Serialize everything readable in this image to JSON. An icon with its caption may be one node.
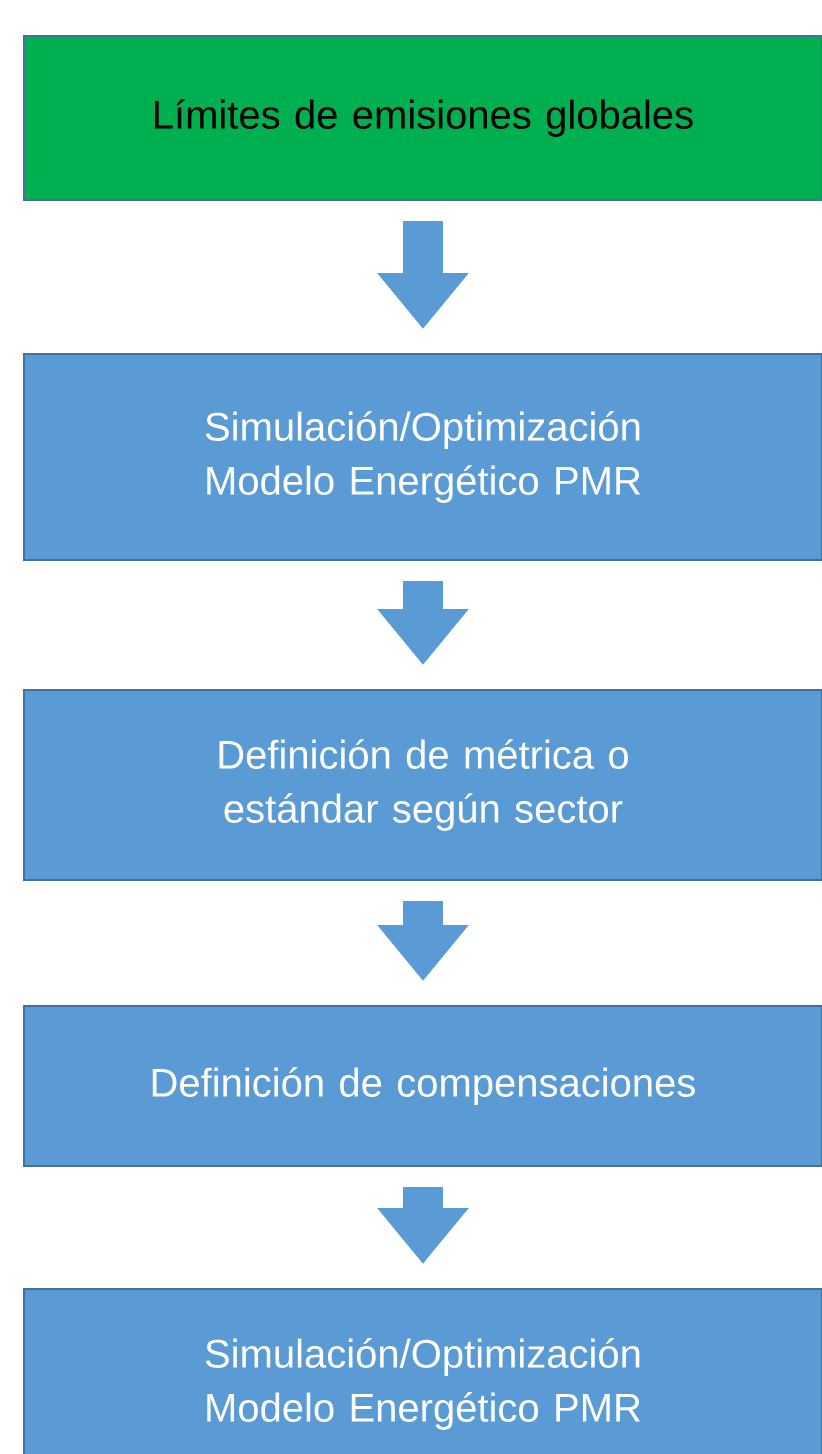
{
  "diagram": {
    "nodes": [
      {
        "text": [
          "Límites de emisiones globales"
        ]
      },
      {
        "text": [
          "Simulación/Optimización Modelo Energético PMR"
        ]
      },
      {
        "text": [
          "Definición de métrica o estándar según sector"
        ]
      },
      {
        "text": [
          "Definición de compensaciones"
        ]
      },
      {
        "text": [
          "Simulación/Optimización Modelo Energético PMR"
        ]
      }
    ],
    "edges": [
      {
        "from": 0,
        "to": 1,
        "arrow": "to"
      },
      {
        "from": 1,
        "to": 2,
        "arrow": "to"
      },
      {
        "from": 2,
        "to": 3,
        "arrow": "to"
      },
      {
        "from": 3,
        "to": 4,
        "arrow": "to"
      }
    ]
  }
}
